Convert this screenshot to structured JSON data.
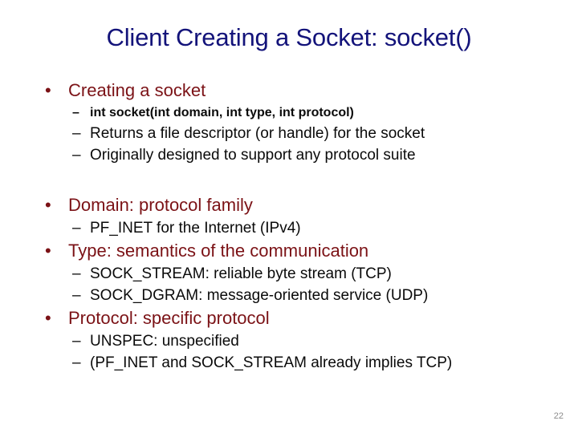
{
  "slide": {
    "title": "Client Creating a Socket: socket()",
    "page_number": "22",
    "colors": {
      "title": "#13137a",
      "level1_bullet": "#7b1216",
      "level2_text": "#0a0a0a",
      "page_number": "#8c8c8c",
      "background": "#ffffff"
    },
    "bullet_marker": "•",
    "dash_marker": "–",
    "groups": [
      {
        "heading": "Creating a socket",
        "sub_items": [
          {
            "text": "int socket(int domain, int type, int protocol)",
            "style": "code"
          },
          {
            "text": "Returns a file descriptor (or handle) for the socket",
            "style": "normal"
          },
          {
            "text": "Originally designed to support any protocol suite",
            "style": "normal"
          }
        ]
      },
      {
        "heading": "Domain: protocol family",
        "sub_items": [
          {
            "text": "PF_INET for the Internet (IPv4)",
            "style": "normal"
          }
        ]
      },
      {
        "heading": "Type: semantics of the communication",
        "sub_items": [
          {
            "text": "SOCK_STREAM: reliable byte stream (TCP)",
            "style": "normal"
          },
          {
            "text": "SOCK_DGRAM: message-oriented service (UDP)",
            "style": "normal"
          }
        ]
      },
      {
        "heading": "Protocol: specific protocol",
        "sub_items": [
          {
            "text": "UNSPEC: unspecified",
            "style": "normal"
          },
          {
            "text": "(PF_INET and SOCK_STREAM already implies TCP)",
            "style": "normal"
          }
        ]
      }
    ]
  }
}
